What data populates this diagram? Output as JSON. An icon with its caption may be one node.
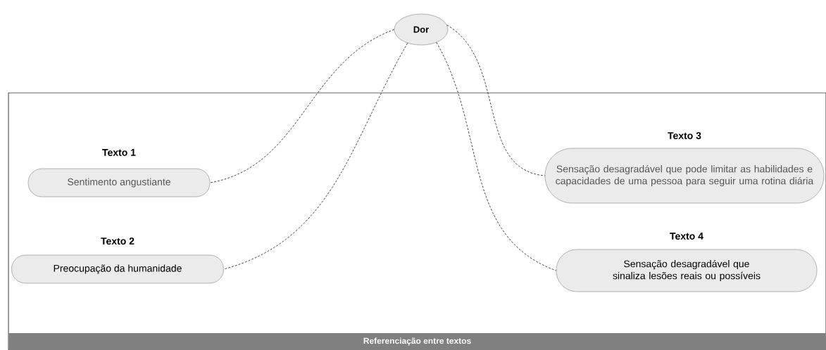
{
  "diagram": {
    "nodes": [
      {
        "text": [
          "Dor"
        ]
      },
      {
        "text": [
          "Referenciação entre textos"
        ]
      },
      {
        "text": [
          "Texto 1",
          "Sentimento angustiante"
        ],
        "in": 1
      },
      {
        "text": [
          "Texto 2",
          "Preocupação da humanidade"
        ],
        "in": 1
      },
      {
        "text": [
          "Texto 3",
          "Sensação desagradável que pode limitar as habilidades e capacidades de uma pessoa para seguir uma rotina diária"
        ],
        "in": 1
      },
      {
        "text": [
          "Texto 4",
          "Sensação desagradável que sinaliza lesões reais ou possíveis"
        ],
        "in": 1
      }
    ],
    "edges": [
      {
        "from": 0,
        "to": 2,
        "arrow": "none",
        "style": "dashed"
      },
      {
        "from": 0,
        "to": 3,
        "arrow": "none",
        "style": "dashed"
      },
      {
        "from": 0,
        "to": 4,
        "arrow": "none",
        "style": "dashed"
      },
      {
        "from": 0,
        "to": 5,
        "arrow": "none",
        "style": "dashed"
      }
    ]
  }
}
